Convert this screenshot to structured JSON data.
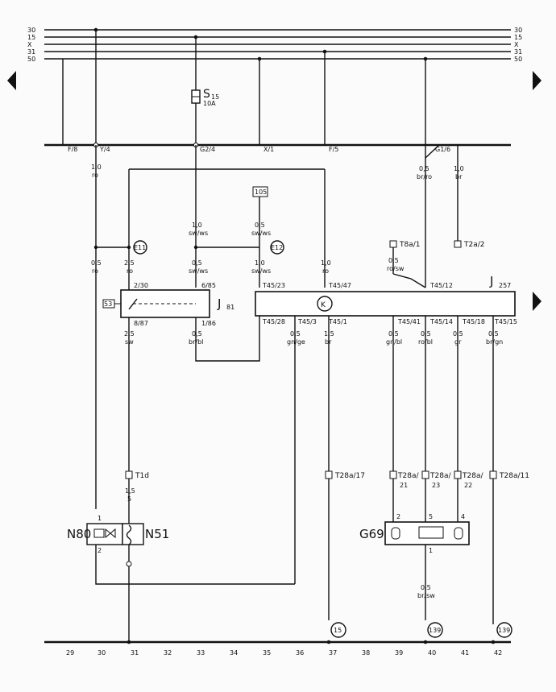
{
  "bus": {
    "labels": [
      "30",
      "15",
      "X",
      "31",
      "50"
    ]
  },
  "fuse": {
    "name": "S",
    "sub": "15",
    "rating": "10A"
  },
  "row_conn": [
    "F/8",
    "Y/4",
    "G2/4",
    "X/1",
    "F/5",
    "G1/6"
  ],
  "wires": {
    "left_top": [
      "1,0",
      "ro"
    ],
    "mid": [
      "1,0",
      "sw/ws"
    ],
    "mid2": [
      "0,5",
      "sw/ws"
    ],
    "g16a": [
      "0,5",
      "br/ro"
    ],
    "g16b": [
      "1,0",
      "br"
    ],
    "left_lower": [
      "0,5",
      "ro"
    ],
    "e11a": [
      "2,5",
      "ro"
    ],
    "j81in": [
      "0,5",
      "sw/ws"
    ],
    "e12out": [
      "1,0",
      "sw/ws"
    ],
    "rightro": [
      "1,0",
      "ro"
    ],
    "t8a": [
      "0,5",
      "ro/sw"
    ],
    "j81out1": [
      "2,5",
      "sw"
    ],
    "j81out2": [
      "0,5",
      "br/bl"
    ],
    "t453": [
      "0,5",
      "gn/ge"
    ],
    "t451": [
      "1,5",
      "br"
    ],
    "g1": [
      "0,5",
      "gn/bl"
    ],
    "g2": [
      "0,5",
      "ro/bl"
    ],
    "g3": [
      "0,5",
      "gr"
    ],
    "g4": [
      "0,5",
      "br/gn"
    ],
    "n51": [
      "1,5",
      "s"
    ],
    "g69out": [
      "0,5",
      "br/sw"
    ]
  },
  "components": {
    "E11": "E11",
    "E12": "E12",
    "K": "K",
    "J81": "J",
    "J81sub": "81",
    "J257": "J",
    "J257sub": "257",
    "N80": "N80",
    "N51": "N51",
    "G69": "G69",
    "S15": "S",
    "T8a1": "T8a/1",
    "T2a2": "T2a/2",
    "T1d": "T1d",
    "T28a17": "T28a/17",
    "T28a11": "T28a/11",
    "T28a21": "T28a/",
    "T28a23": "T28a/",
    "T28a22": "T28a/",
    "n21": "21",
    "n23": "23",
    "n22": "22",
    "box53": "53",
    "boxtop": "105"
  },
  "pins": {
    "j81": [
      "2/30",
      "6/85",
      "8/87",
      "1/86"
    ],
    "j257top": [
      "T45/23",
      "T45/47",
      "T45/12"
    ],
    "j257bot": [
      "T45/28",
      "T45/3",
      "T45/1",
      "T45/41",
      "T45/14",
      "T45/18",
      "T45/15"
    ],
    "g69": [
      "2",
      "5",
      "4",
      "1"
    ],
    "n80": [
      "1",
      "2"
    ],
    "t1d": "5"
  },
  "refs": [
    "15",
    "139",
    "139"
  ],
  "columns": [
    "29",
    "30",
    "31",
    "32",
    "33",
    "34",
    "35",
    "36",
    "37",
    "38",
    "39",
    "40",
    "41",
    "42"
  ]
}
